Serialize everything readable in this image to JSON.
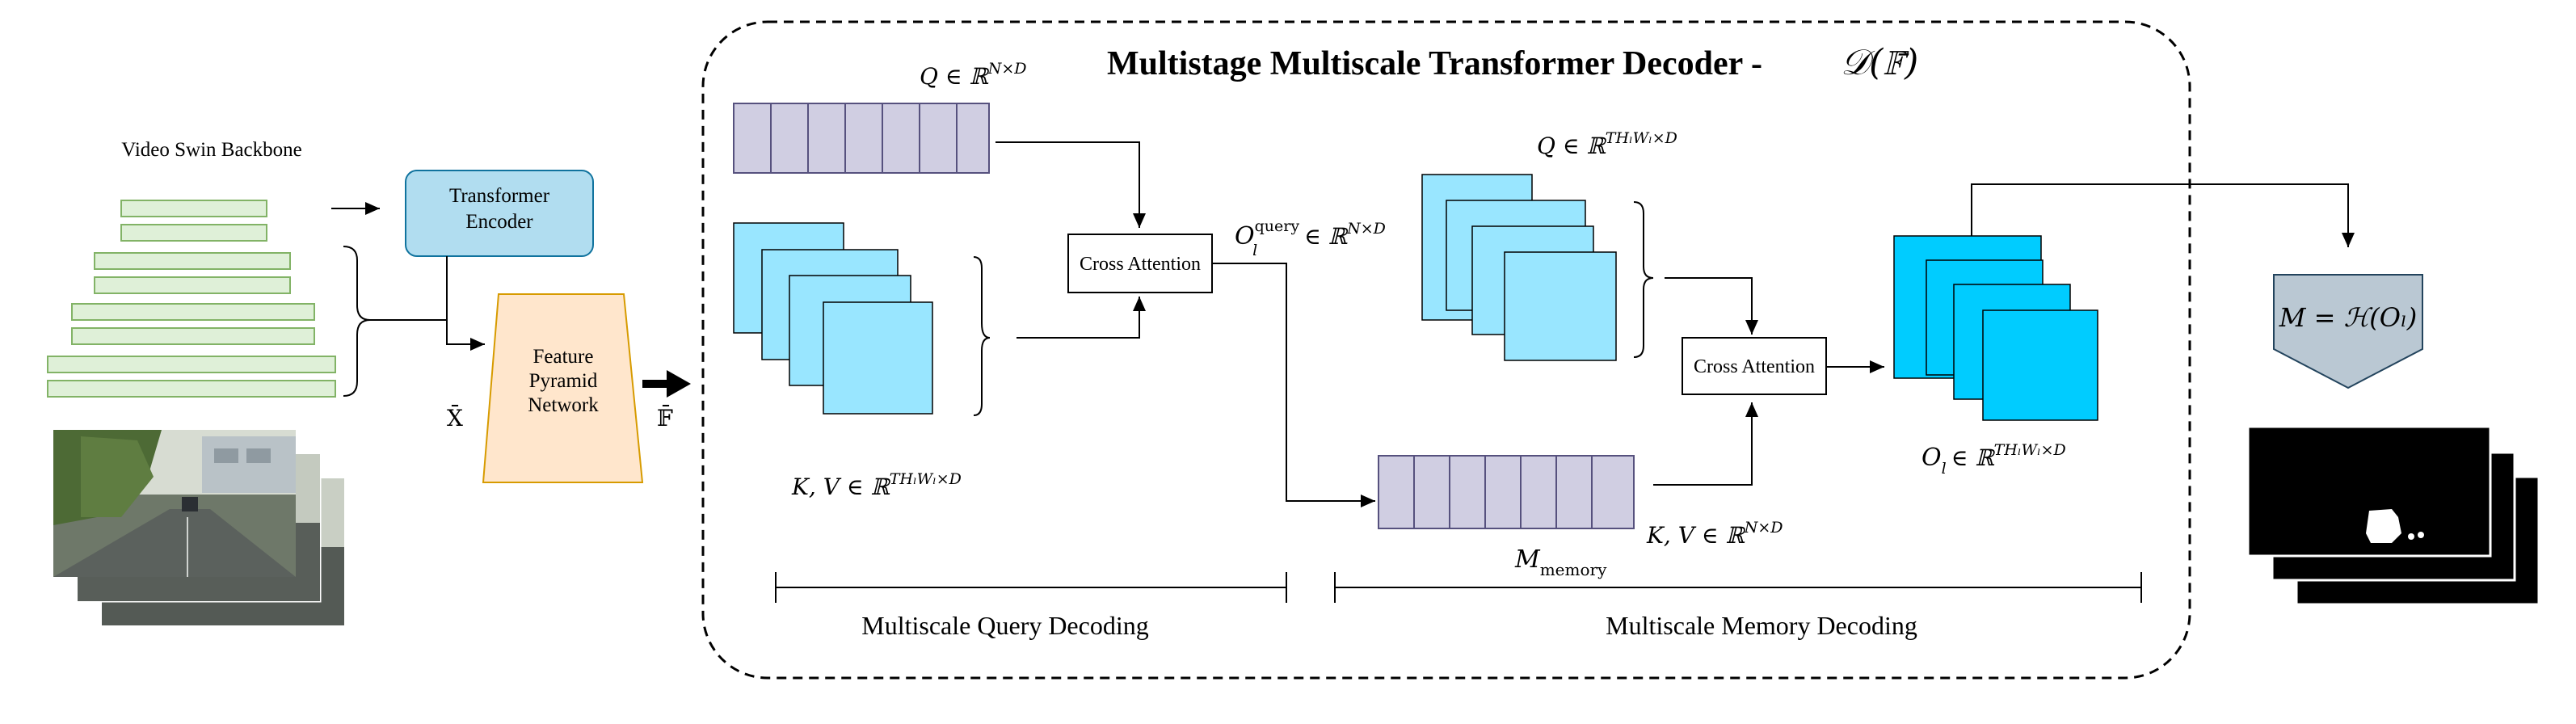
{
  "backbone": {
    "label": "Video Swin Backbone"
  },
  "encoder": {
    "line1": "Transformer",
    "line2": "Encoder"
  },
  "fpn": {
    "line1": "Feature",
    "line2": "Pyramid",
    "line3": "Network"
  },
  "symbols": {
    "x_bar": "X̄",
    "f_bar": "𝔽̄"
  },
  "decoder": {
    "title": "Multistage Multiscale Transformer Decoder -",
    "title_math": "𝒟(𝔽̄)",
    "q_label": "Q ∈ ℝ",
    "q_sup": "N×D",
    "kv_label": "K, V ∈ ℝ",
    "kv_sup": "THₗWₗ×D",
    "cross_attention_1": "Cross Attention",
    "o_query_base": "O",
    "o_query_sup": "query",
    "o_query_sub": "l",
    "o_query_rest": "∈ ℝ",
    "o_query_set_sup": "N×D",
    "q2_label": "Q ∈ ℝ",
    "q2_sup": "THₗWₗ×D",
    "cross_attention_2": "Cross Attention",
    "memory_base": "M",
    "memory_sub": "memory",
    "kv2_label": "K, V ∈ ℝ",
    "kv2_sup": "N×D",
    "ol_base": "O",
    "ol_sub": "l",
    "ol_rest": "∈ ℝ",
    "ol_sup": "THₗWₗ×D",
    "section_query": "Multiscale Query Decoding",
    "section_memory": "Multiscale Memory Decoding"
  },
  "head": {
    "label": "M = ℋ(Oₗ)"
  },
  "colors": {
    "backbone_fill": "#dff0d8",
    "backbone_stroke": "#82b366",
    "encoder_fill": "#b1ddf0",
    "encoder_stroke": "#10739e",
    "fpn_fill": "#ffe6cc",
    "fpn_stroke": "#d79b00",
    "token_fill": "#d0cee2",
    "token_stroke": "#56517e",
    "feature_fill": "#99e6ff",
    "feature_fill_deep": "#00ccff",
    "head_fill": "#bac8d3",
    "head_stroke": "#23445d"
  }
}
